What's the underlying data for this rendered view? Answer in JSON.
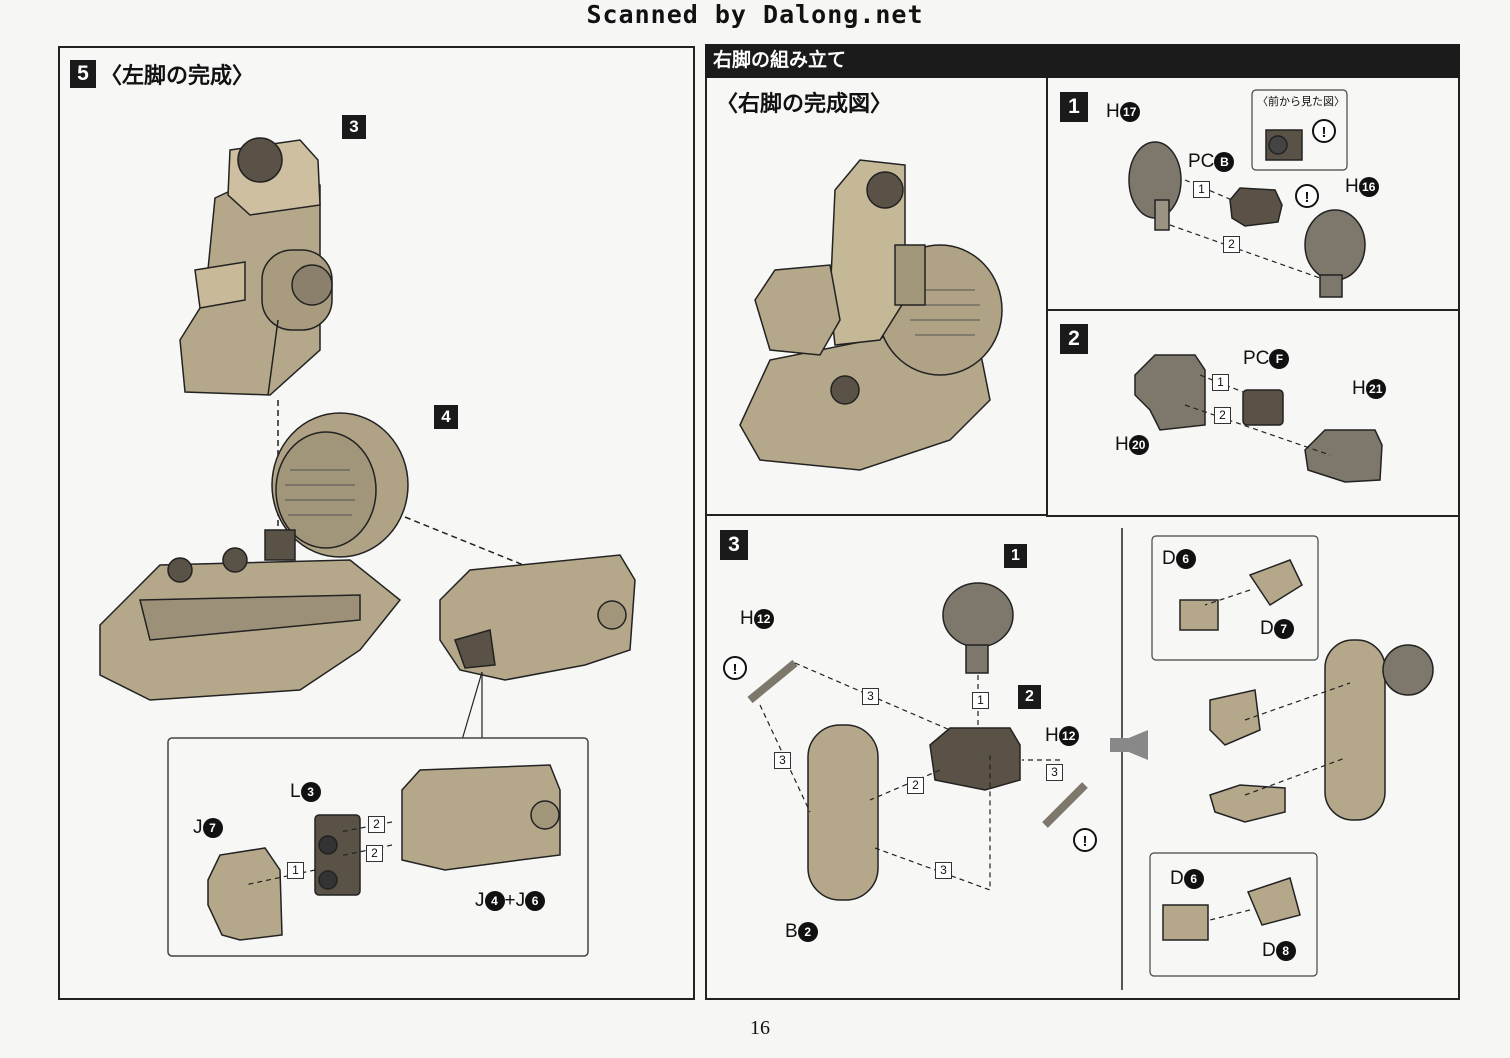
{
  "watermark": "Scanned by Dalong.net",
  "page_number": "16",
  "left_panel": {
    "step": "5",
    "title": "〈左脚の完成〉",
    "callouts": [
      "3",
      "4"
    ],
    "inset_labels": {
      "l_part": "L",
      "l_num": "3",
      "j_part": "J",
      "j_num": "7",
      "combo_a_part": "J",
      "combo_a_num": "4",
      "plus": "+",
      "combo_b_part": "J",
      "combo_b_num": "6",
      "seq1": "2",
      "seq2": "2",
      "seq3": "1"
    }
  },
  "right_section": {
    "header": "右脚の組み立て",
    "completed_title": "〈右脚の完成図〉",
    "step1": {
      "step": "1",
      "front_view": "〈前から見た図〉",
      "h17_part": "H",
      "h17_num": "17",
      "pc_part": "PC",
      "pc_letter": "B",
      "h16_part": "H",
      "h16_num": "16",
      "seq1": "1",
      "seq2": "2"
    },
    "step2": {
      "step": "2",
      "pc_part": "PC",
      "pc_letter": "F",
      "h21_part": "H",
      "h21_num": "21",
      "h20_part": "H",
      "h20_num": "20",
      "seq1": "1",
      "seq2": "2"
    },
    "step3": {
      "step": "3",
      "ref1": "1",
      "ref2": "2",
      "h12a_part": "H",
      "h12a_num": "12",
      "h12b_part": "H",
      "h12b_num": "12",
      "b2_part": "B",
      "b2_num": "2",
      "seq_3a": "3",
      "seq_3b": "3",
      "seq_3c": "3",
      "seq_3d": "3",
      "seq_1": "1",
      "seq_2": "2",
      "d6a_part": "D",
      "d6a_num": "6",
      "d7_part": "D",
      "d7_num": "7",
      "d6b_part": "D",
      "d6b_num": "6",
      "d8_part": "D",
      "d8_num": "8"
    }
  },
  "colors": {
    "part_tan": "#b5a88a",
    "part_tan_light": "#cdbf9f",
    "part_dark": "#5a5246",
    "part_gray": "#7d776c",
    "line": "#222222"
  }
}
